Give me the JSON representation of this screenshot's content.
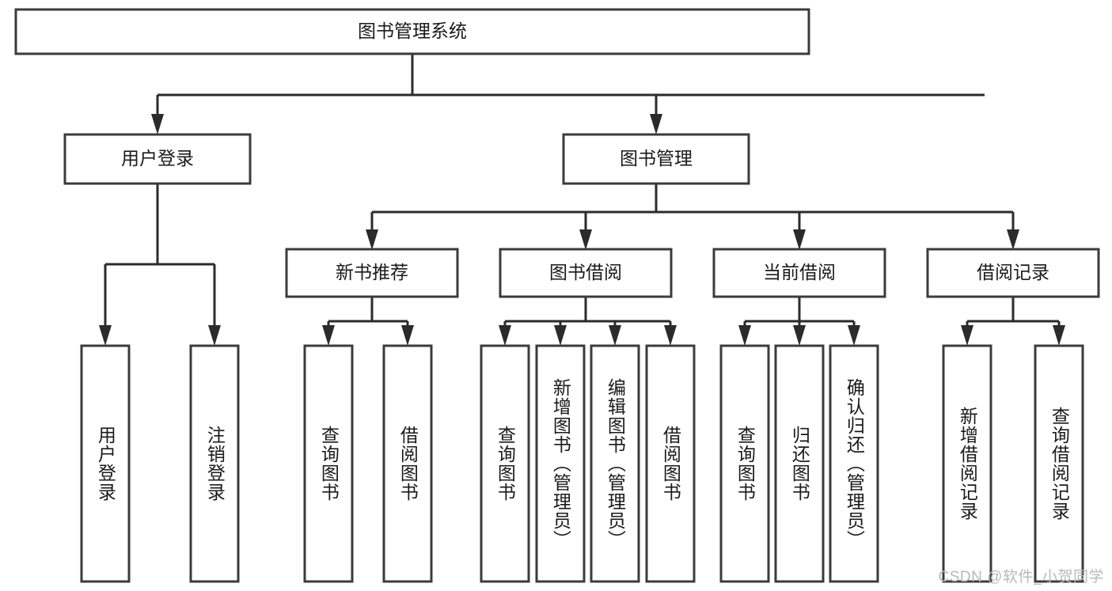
{
  "diagram": {
    "title": "图书管理系统",
    "type": "hierarchy-tree",
    "watermark": "CSDN @软件_小贺同学",
    "colors": {
      "box_stroke": "#3b3b3b",
      "box_fill": "#ffffff",
      "connector": "#2b2b2b",
      "text": "#1a1a1a",
      "watermark": "#b9b9b9",
      "background": "#ffffff"
    },
    "levels": {
      "root": {
        "label": "图书管理系统"
      },
      "level2": [
        {
          "label": "用户登录"
        },
        {
          "label": "图书管理"
        }
      ],
      "level3": [
        {
          "label": "新书推荐"
        },
        {
          "label": "图书借阅"
        },
        {
          "label": "当前借阅"
        },
        {
          "label": "借阅记录"
        }
      ],
      "leaves": [
        {
          "label": "用户登录",
          "parent": "用户登录"
        },
        {
          "label": "注销登录",
          "parent": "用户登录"
        },
        {
          "label": "查询图书",
          "parent": "新书推荐"
        },
        {
          "label": "借阅图书",
          "parent": "新书推荐"
        },
        {
          "label": "查询图书",
          "parent": "图书借阅"
        },
        {
          "label": "新增图书（管理员）",
          "parent": "图书借阅"
        },
        {
          "label": "编辑图书（管理员）",
          "parent": "图书借阅"
        },
        {
          "label": "借阅图书",
          "parent": "图书借阅"
        },
        {
          "label": "查询图书",
          "parent": "当前借阅"
        },
        {
          "label": "归还图书",
          "parent": "当前借阅"
        },
        {
          "label": "确认归还（管理员）",
          "parent": "当前借阅"
        },
        {
          "label": "新增借阅记录",
          "parent": "借阅记录"
        },
        {
          "label": "查询借阅记录",
          "parent": "借阅记录"
        }
      ]
    }
  }
}
